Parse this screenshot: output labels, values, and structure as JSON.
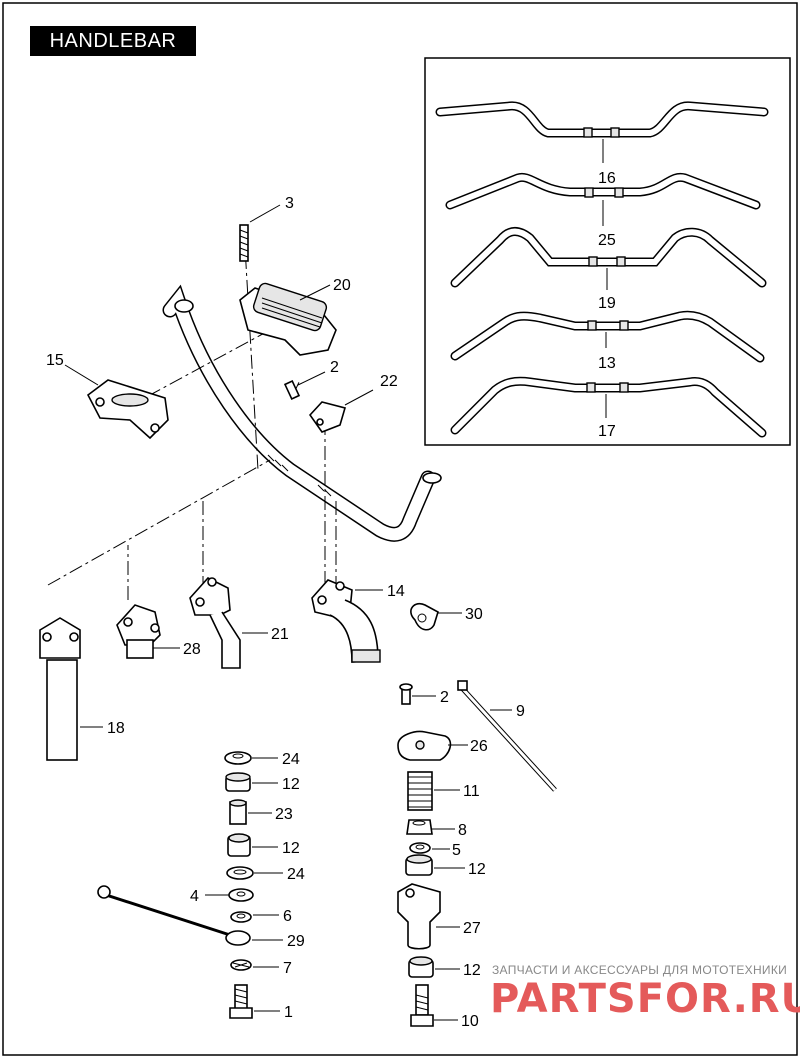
{
  "title": "HANDLEBAR",
  "callouts": {
    "c1": "1",
    "c2a": "2",
    "c2b": "2",
    "c3": "3",
    "c4": "4",
    "c5": "5",
    "c6": "6",
    "c7": "7",
    "c8": "8",
    "c9": "9",
    "c10": "10",
    "c11": "11",
    "c12a": "12",
    "c12b": "12",
    "c12c": "12",
    "c12d": "12",
    "c13": "13",
    "c14": "14",
    "c15": "15",
    "c16": "16",
    "c17": "17",
    "c18": "18",
    "c19": "19",
    "c20": "20",
    "c21": "21",
    "c22": "22",
    "c23": "23",
    "c24a": "24",
    "c24b": "24",
    "c25": "25",
    "c26": "26",
    "c27": "27",
    "c28": "28",
    "c29": "29",
    "c30": "30"
  },
  "watermark": {
    "tagline": "ЗАПЧАСТИ И АКСЕССУАРЫ ДЛЯ МОТОТЕХНИКИ",
    "logo": "PARTSFOR.RU"
  }
}
